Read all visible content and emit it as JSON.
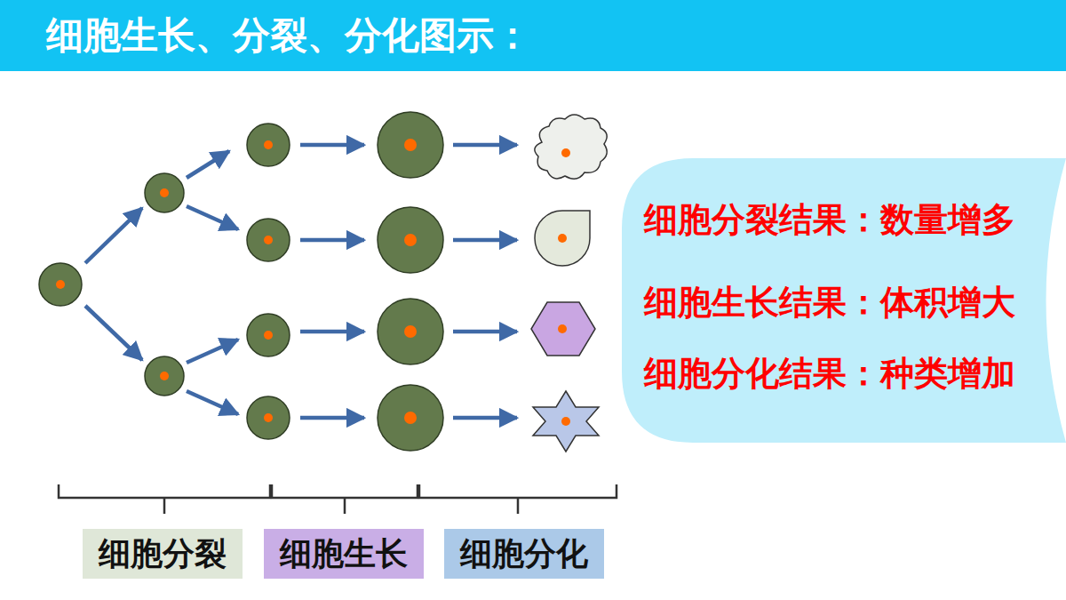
{
  "diagram": {
    "title": "细胞生长、分裂、分化图示：",
    "nodes": [
      {
        "text": [
          "细胞分裂结果：数量增多",
          "细胞生长结果：体积增大",
          "细胞分化结果：种类增加"
        ]
      },
      {
        "text": [
          "细胞分裂"
        ]
      },
      {
        "text": [
          "细胞生长"
        ]
      },
      {
        "text": [
          "细胞分化"
        ]
      }
    ]
  }
}
